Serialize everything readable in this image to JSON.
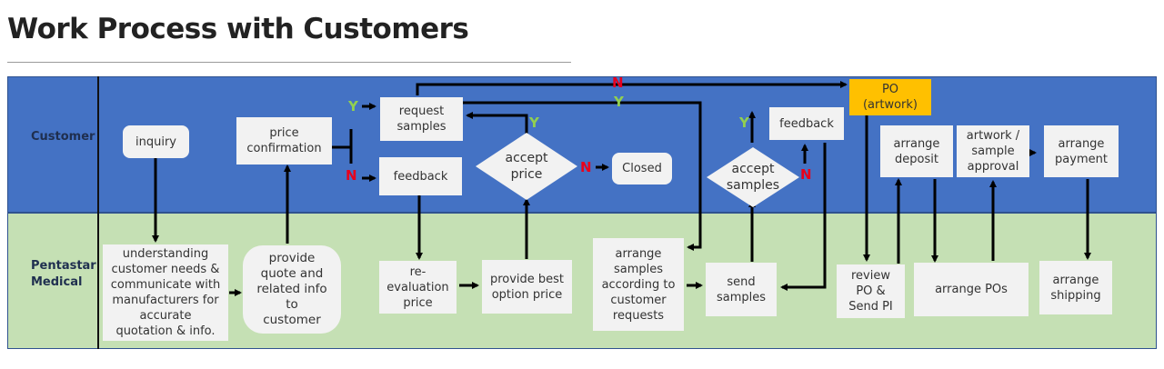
{
  "title": "Work Process with Customers",
  "lanes": {
    "customer": "Customer",
    "pentastar": "Pentastar\nMedical"
  },
  "colors": {
    "customer_lane": "#4472c4",
    "pentastar_lane": "#c5e0b4",
    "box": "#f2f2f2",
    "highlight": "#ffc000",
    "yes": "#92d050",
    "no": "#e8001c"
  },
  "nodes": {
    "inquiry": "inquiry",
    "understanding": "understanding\ncustomer needs &\ncommunicate with\nmanufacturers for\naccurate\nquotation & info.",
    "provide_quote": "provide\nquote and\nrelated info\nto\ncustomer",
    "price_confirmation": "price\nconfirmation",
    "request_samples": "request\nsamples",
    "feedback_price": "feedback",
    "re_evaluation": "re-\nevaluation\nprice",
    "provide_best": "provide best\noption price",
    "accept_price": "accept\nprice",
    "closed": "Closed",
    "arrange_samples": "arrange\nsamples\naccording to\ncustomer\nrequests",
    "send_samples": "send\nsamples",
    "accept_samples": "accept\nsamples",
    "feedback_samples": "feedback",
    "po_artwork": "PO\n(artwork)",
    "review_po": "review\nPO &\nSend PI",
    "arrange_deposit": "arrange\ndeposit",
    "artwork_approval": "artwork /\nsample\napproval",
    "arrange_payment": "arrange\npayment",
    "arrange_pos": "arrange POs",
    "arrange_shipping": "arrange\nshipping"
  },
  "labels": {
    "yes": "Y",
    "no": "N"
  }
}
